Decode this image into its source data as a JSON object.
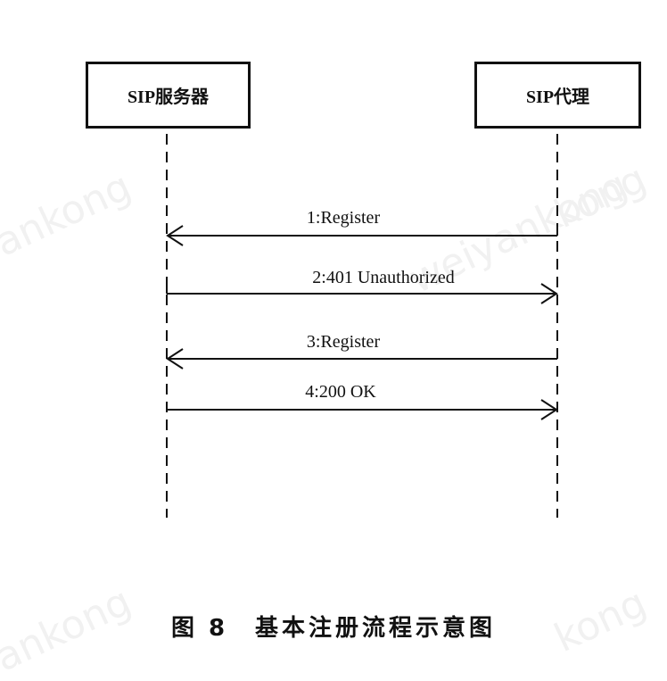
{
  "participants": [
    {
      "name": "SIP服务器"
    },
    {
      "name": "SIP代理"
    }
  ],
  "messages": [
    {
      "label": "1:Register",
      "from": "SIP代理",
      "to": "SIP服务器"
    },
    {
      "label": "2:401 Unauthorized",
      "from": "SIP服务器",
      "to": "SIP代理"
    },
    {
      "label": "3:Register",
      "from": "SIP代理",
      "to": "SIP服务器"
    },
    {
      "label": "4:200 OK",
      "from": "SIP服务器",
      "to": "SIP代理"
    }
  ],
  "caption": {
    "prefix": "图",
    "number": "8",
    "title": "基本注册流程示意图"
  },
  "watermark": {
    "text_left": "ankong",
    "text_mid": "weiyankong",
    "text_right": "kong"
  }
}
